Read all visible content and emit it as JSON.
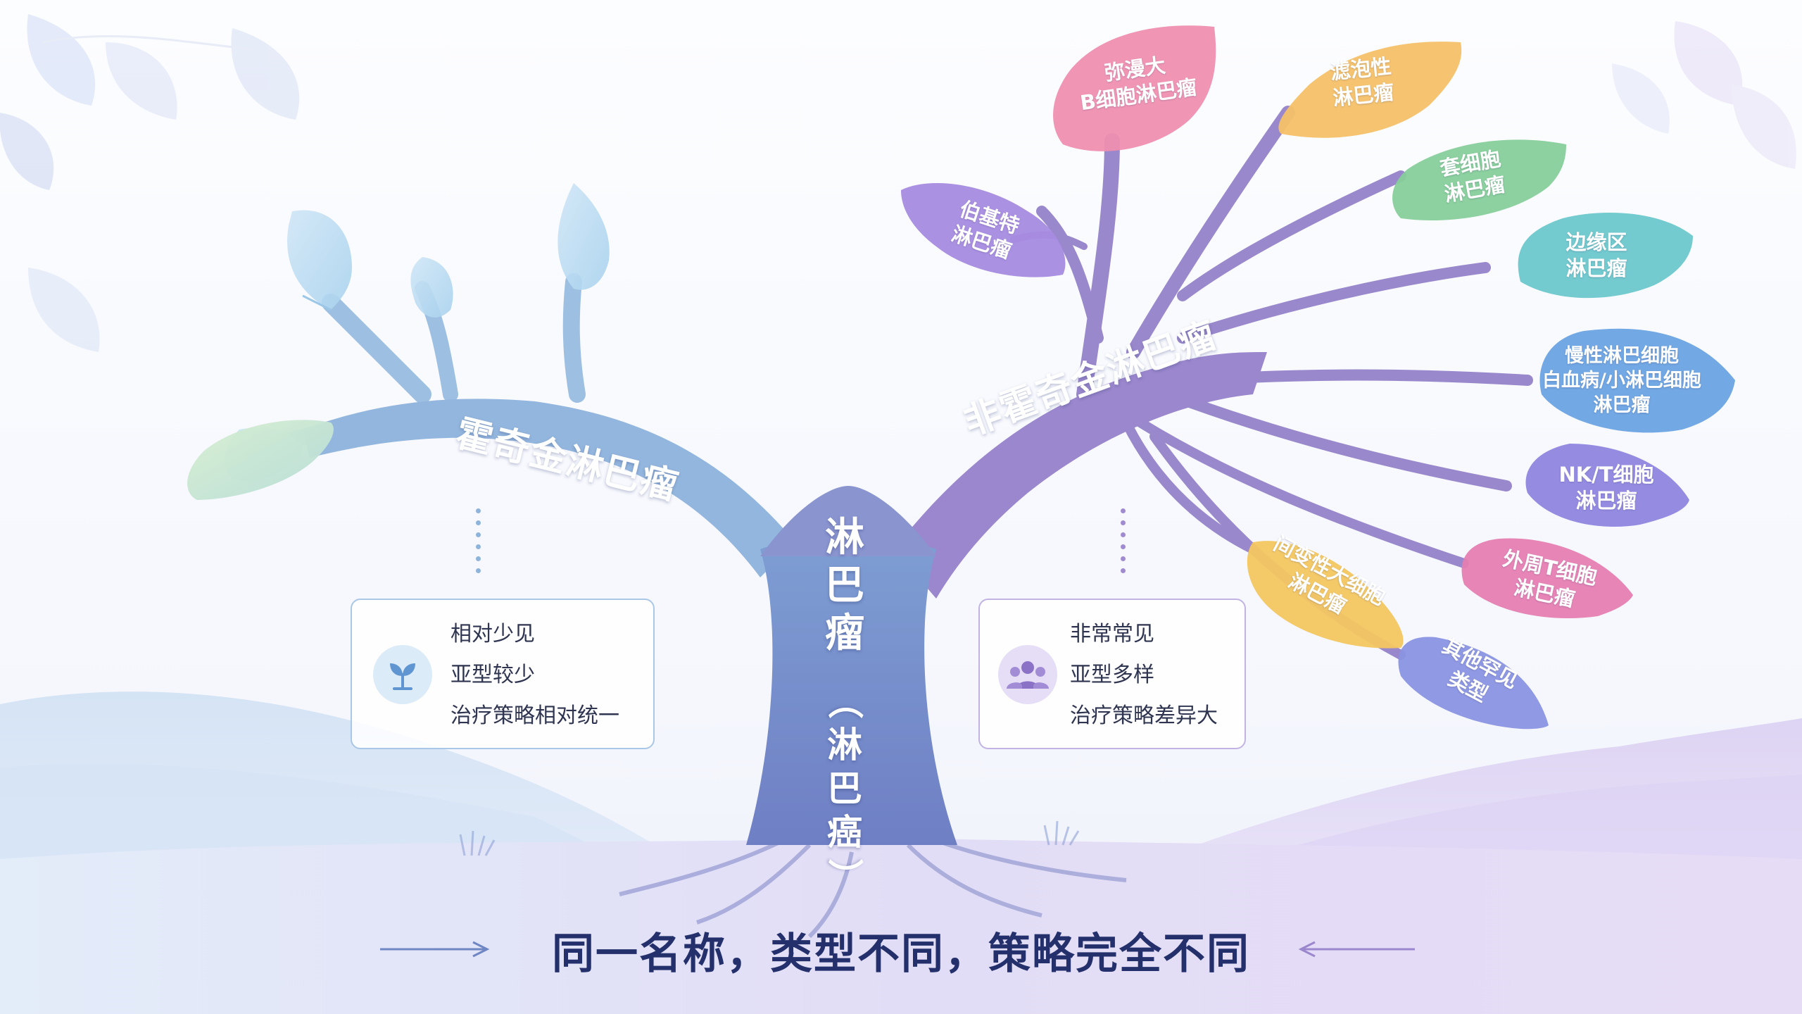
{
  "trunk": {
    "title_chars": [
      "淋",
      "巴",
      "瘤"
    ],
    "subtitle_chars": [
      "（",
      "淋",
      "巴",
      "癌",
      "）"
    ]
  },
  "left_branch": {
    "title": "霍奇金淋巴瘤",
    "info": [
      "相对少见",
      "亚型较少",
      "治疗策略相对统一"
    ],
    "icon": "sprout-icon",
    "color": "#8fb4db"
  },
  "right_branch": {
    "title": "非霍奇金淋巴瘤",
    "info": [
      "非常常见",
      "亚型多样",
      "治疗策略差异大"
    ],
    "icon": "group-people-icon",
    "color": "#9b86c9"
  },
  "subtypes": [
    {
      "lines": [
        "弥漫大",
        "B细胞淋巴瘤"
      ],
      "color": "#ef8fb0"
    },
    {
      "lines": [
        "滤泡性",
        "淋巴瘤"
      ],
      "color": "#f6c168"
    },
    {
      "lines": [
        "伯基特",
        "淋巴瘤"
      ],
      "color": "#a78be0"
    },
    {
      "lines": [
        "套细胞",
        "淋巴瘤"
      ],
      "color": "#86cf9a"
    },
    {
      "lines": [
        "边缘区",
        "淋巴瘤"
      ],
      "color": "#6cc8cc"
    },
    {
      "lines": [
        "慢性淋巴细胞",
        "白血病/小淋巴细胞",
        "淋巴瘤"
      ],
      "color": "#6aa3e3"
    },
    {
      "lines": [
        "NK/T细胞",
        "淋巴瘤"
      ],
      "color": "#8f86e0"
    },
    {
      "lines": [
        "间变性大细胞",
        "淋巴瘤"
      ],
      "color": "#f3c660"
    },
    {
      "lines": [
        "外周T细胞",
        "淋巴瘤"
      ],
      "color": "#e57eb2"
    },
    {
      "lines": [
        "其他罕见",
        "类型"
      ],
      "color": "#8a93e2"
    }
  ],
  "footer": "同一名称，类型不同，策略完全不同"
}
